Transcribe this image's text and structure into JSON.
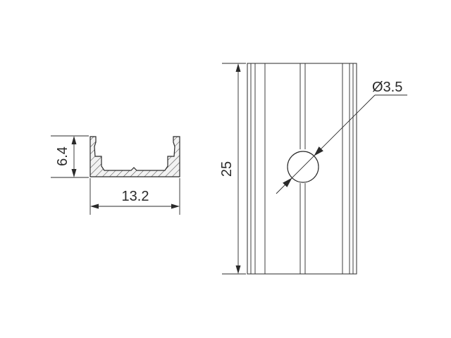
{
  "profile_section": {
    "height_label": "6.4",
    "width_label": "13.2"
  },
  "clip_view": {
    "length_label": "25",
    "hole_label": "Ø3.5"
  },
  "colors": {
    "line": "#2a2a2a",
    "hatch_fill": "#f2f2f2",
    "background": "#ffffff"
  }
}
